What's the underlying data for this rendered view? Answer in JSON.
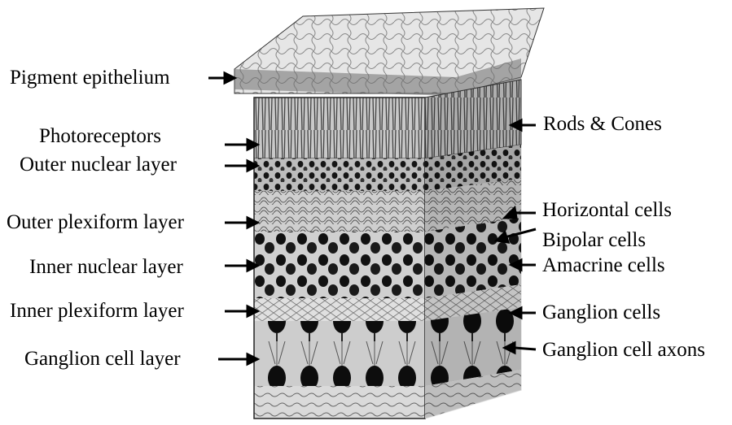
{
  "diagram": {
    "left_labels": [
      {
        "id": "pigment-epithelium",
        "text": "Pigment epithelium"
      },
      {
        "id": "photoreceptors",
        "text": "Photoreceptors"
      },
      {
        "id": "outer-nuclear-layer",
        "text": "Outer nuclear layer"
      },
      {
        "id": "outer-plexiform-layer",
        "text": "Outer plexiform layer"
      },
      {
        "id": "inner-nuclear-layer",
        "text": "Inner nuclear layer"
      },
      {
        "id": "inner-plexiform-layer",
        "text": "Inner plexiform layer"
      },
      {
        "id": "ganglion-cell-layer",
        "text": "Ganglion cell layer"
      }
    ],
    "right_labels": [
      {
        "id": "rods-cones",
        "text": "Rods & Cones"
      },
      {
        "id": "horizontal-cells",
        "text": "Horizontal cells"
      },
      {
        "id": "bipolar-cells",
        "text": "Bipolar cells"
      },
      {
        "id": "amacrine-cells",
        "text": "Amacrine cells"
      },
      {
        "id": "ganglion-cells",
        "text": "Ganglion cells"
      },
      {
        "id": "ganglion-cell-axons",
        "text": "Ganglion cell axons"
      }
    ],
    "colors": {
      "text": "#000000",
      "tissue_light": "#d9d9d9",
      "tissue_mid": "#9a9a9a",
      "tissue_dark": "#2a2a2a",
      "nucleus": "#111111"
    }
  }
}
